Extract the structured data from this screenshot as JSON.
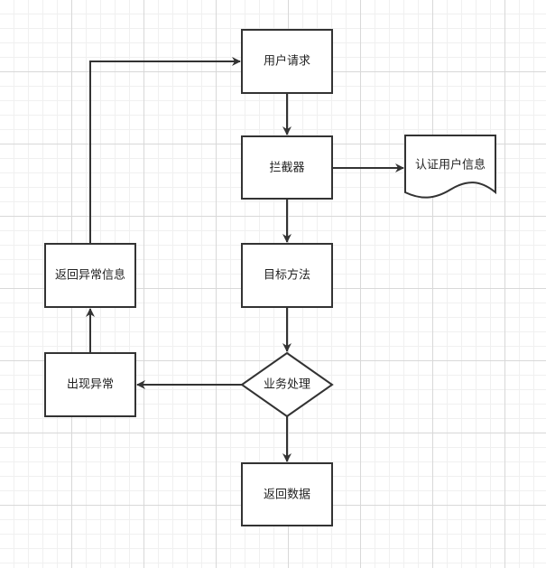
{
  "colors": {
    "stroke": "#333333",
    "fill": "#ffffff",
    "text": "#222222"
  },
  "nodes": {
    "user_request": "用户请求",
    "interceptor": "拦截器",
    "auth_user_info": "认证用户信息",
    "target_method": "目标方法",
    "business_processing": "业务处理",
    "return_data": "返回数据",
    "exception_occurs": "出现异常",
    "return_exception_info": "返回异常信息"
  }
}
